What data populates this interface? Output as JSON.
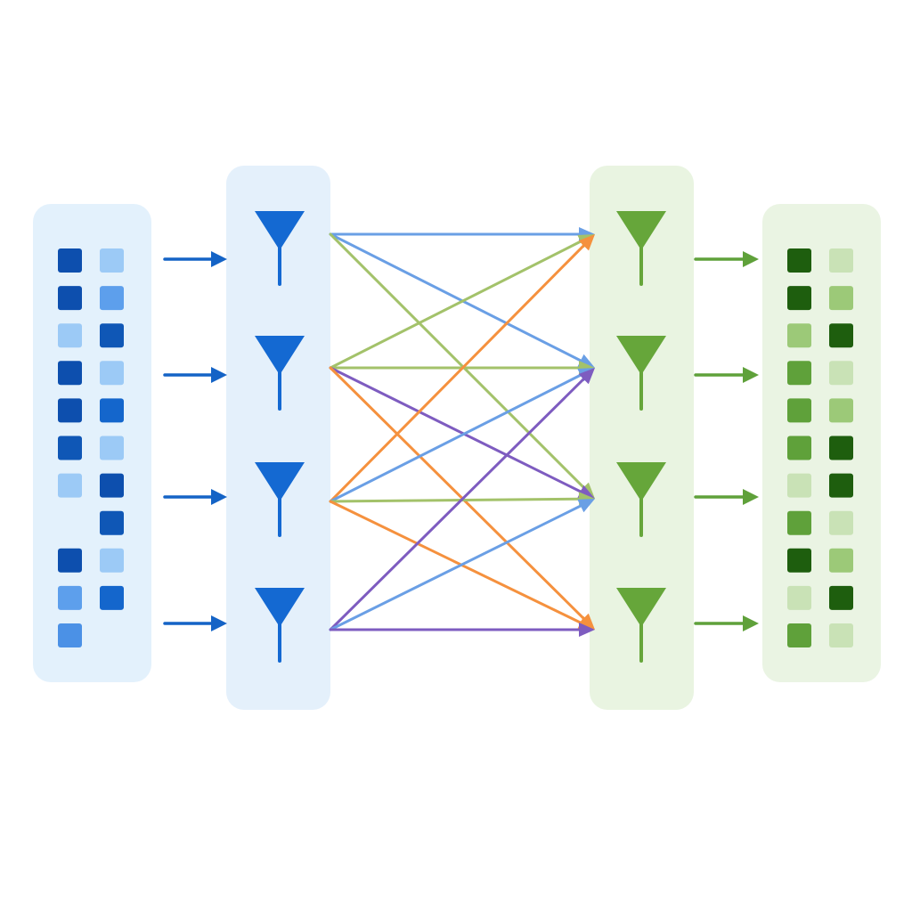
{
  "diagram": {
    "type": "mimo-antenna-link",
    "colors": {
      "tx_panel": "#e3f1fc",
      "tx_antenna_panel": "#e4f0fb",
      "rx_antenna_panel": "#e9f4e1",
      "rx_panel": "#eaf4e3",
      "tx_antenna": "#1469d2",
      "rx_antenna": "#66a63a",
      "tx_arrow": "#1463c6",
      "rx_arrow": "#5fa13a",
      "link_blue": "#6a9fe5",
      "link_green": "#a3c26a",
      "link_orange": "#f5913e",
      "link_purple": "#7e5cc0"
    },
    "tx_antennas": 4,
    "rx_antennas": 4,
    "links": [
      {
        "from": 0,
        "to": 0,
        "color": "link_blue"
      },
      {
        "from": 0,
        "to": 1,
        "color": "link_blue"
      },
      {
        "from": 0,
        "to": 2,
        "color": "link_green"
      },
      {
        "from": 1,
        "to": 0,
        "color": "link_green"
      },
      {
        "from": 1,
        "to": 1,
        "color": "link_green"
      },
      {
        "from": 1,
        "to": 2,
        "color": "link_purple"
      },
      {
        "from": 1,
        "to": 3,
        "color": "link_orange"
      },
      {
        "from": 2,
        "to": 0,
        "color": "link_orange"
      },
      {
        "from": 2,
        "to": 1,
        "color": "link_blue"
      },
      {
        "from": 2,
        "to": 2,
        "color": "link_green"
      },
      {
        "from": 2,
        "to": 3,
        "color": "link_orange"
      },
      {
        "from": 3,
        "to": 1,
        "color": "link_purple"
      },
      {
        "from": 3,
        "to": 2,
        "color": "link_blue"
      },
      {
        "from": 3,
        "to": 3,
        "color": "link_purple"
      }
    ],
    "tx_data_cells": [
      [
        "#0d4fae",
        "#9ccaf6"
      ],
      [
        "#0d4fae",
        "#5d9fec"
      ],
      [
        "#9ccaf6",
        "#0f57b6"
      ],
      [
        "#0d4fae",
        "#9ccaf6"
      ],
      [
        "#0d4fae",
        "#1466cc"
      ],
      [
        "#0f57b6",
        "#9ccaf6"
      ],
      [
        "#9ccaf6",
        "#0d4fae"
      ],
      [
        null,
        "#0f57b6"
      ],
      [
        "#0d4fae",
        "#9ccaf6"
      ],
      [
        "#5d9fec",
        "#1466cc"
      ],
      [
        "#4b91e6",
        null
      ]
    ],
    "rx_data_cells": [
      [
        "#1e5e0e",
        "#c9e2b6"
      ],
      [
        "#1e5e0e",
        "#9cc978"
      ],
      [
        "#9cc978",
        "#1e5e0e"
      ],
      [
        "#5fa13a",
        "#c9e2b6"
      ],
      [
        "#5fa13a",
        "#9cc978"
      ],
      [
        "#5fa13a",
        "#1e5e0e"
      ],
      [
        "#c9e2b6",
        "#1e5e0e"
      ],
      [
        "#5fa13a",
        "#c9e2b6"
      ],
      [
        "#1e5e0e",
        "#9cc978"
      ],
      [
        "#c9e2b6",
        "#1e5e0e"
      ],
      [
        "#5fa13a",
        "#c9e2b6"
      ]
    ]
  }
}
